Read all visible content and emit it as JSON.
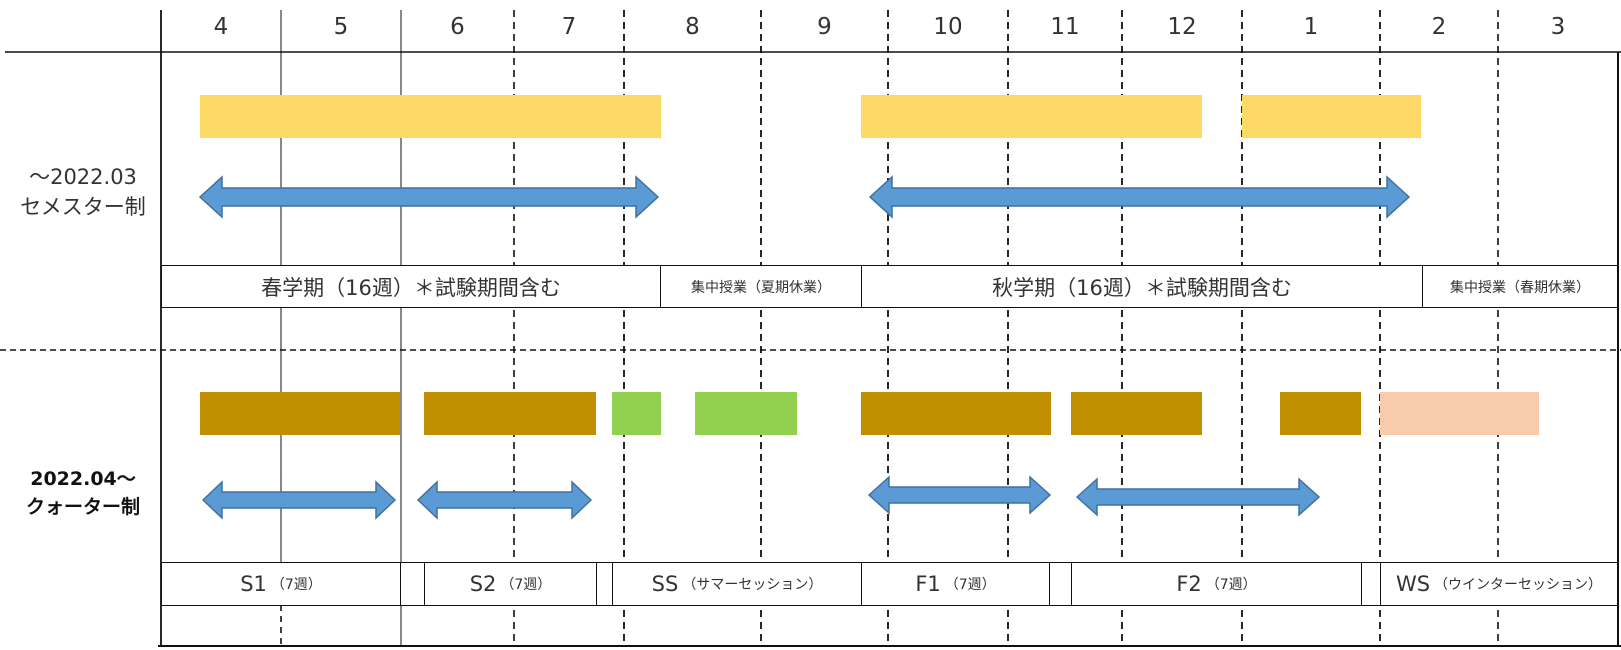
{
  "months": [
    "4",
    "5",
    "6",
    "7",
    "8",
    "9",
    "10",
    "11",
    "12",
    "1",
    "2",
    "3"
  ],
  "rows": {
    "semester": {
      "label_line1": "～2022.03",
      "label_line2": "セメスター制"
    },
    "quarter": {
      "label_line1": "2022.04～",
      "label_line2": "クォーター制"
    }
  },
  "semester_terms": [
    {
      "main": "春学期（16週）＊試験期間含む",
      "sub": ""
    },
    {
      "main": "集中授業（夏期休業）",
      "sub": ""
    },
    {
      "main": "秋学期（16週）＊試験期間含む",
      "sub": ""
    },
    {
      "main": "集中授業（春期休業）",
      "sub": ""
    }
  ],
  "quarter_terms": [
    {
      "main": "S1",
      "sub": "（7週）"
    },
    {
      "main": "S2",
      "sub": "（7週）"
    },
    {
      "main": "SS",
      "sub": "（サマーセッション）"
    },
    {
      "main": "F1",
      "sub": "（7週）"
    },
    {
      "main": "F2",
      "sub": "（7週）"
    },
    {
      "main": "WS",
      "sub": "（ウインターセッション）"
    }
  ],
  "colors": {
    "semester_bar": "#FDD966",
    "quarter_bar": "#BF8F00",
    "summer_bar": "#92D050",
    "winter_bar": "#F8CBAD",
    "arrow_fill": "#5B9BD5",
    "arrow_stroke": "#41719C",
    "grid": "#111111"
  }
}
